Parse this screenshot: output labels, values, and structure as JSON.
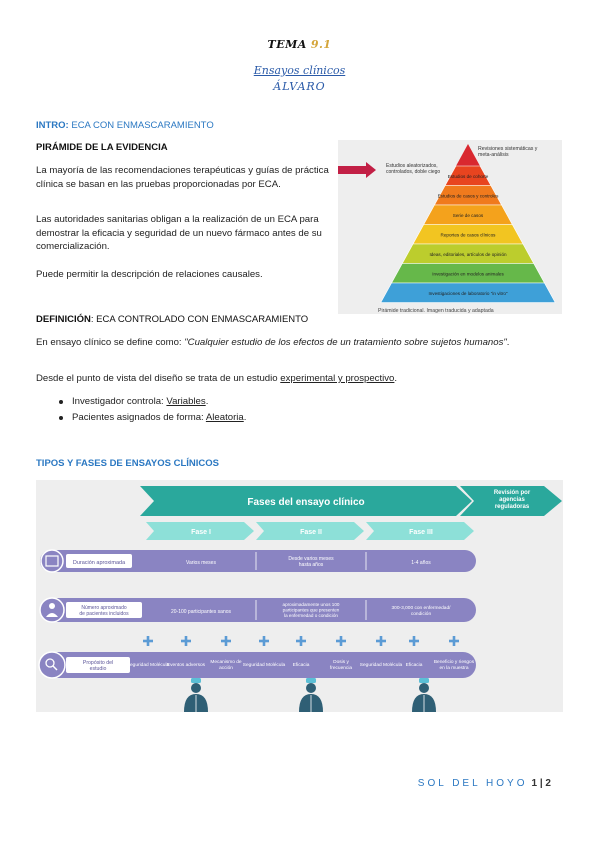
{
  "header": {
    "tema": "TEMA",
    "tema_num": "9.1",
    "subtitle": "Ensayos clínicos",
    "author": "ÁLVARO"
  },
  "intro": {
    "label": "INTRO:",
    "title": " ECA CON ENMASCARAMIENTO",
    "pyramid_heading": "PIRÁMIDE DE LA EVIDENCIA",
    "p1": "La mayoría de las recomendaciones terapéuticas y guías de práctica clínica se basan en las pruebas proporcionadas por ECA.",
    "p2": "Las autoridades sanitarias obligan a la realización de un ECA para demostrar la eficacia y seguridad de un nuevo fármaco antes de su comercialización.",
    "p3": "Puede permitir la descripción de relaciones causales."
  },
  "pyramid": {
    "top_label": "Revisiones sistemáticas y meta-análisis",
    "arrow_label": "Estudios aleatorizados, controlados, doble ciego",
    "levels": [
      {
        "label": "Estudios de cohorte",
        "color": "#e8441f"
      },
      {
        "label": "Estudios de casos y controles",
        "color": "#f07a1d"
      },
      {
        "label": "Serie de casos",
        "color": "#f4a21c"
      },
      {
        "label": "Reportes de casos clínicos",
        "color": "#f2c521"
      },
      {
        "label": "Ideas, editoriales, artículos de opinión",
        "color": "#bccd2d"
      },
      {
        "label": "Investigación en modelos animales",
        "color": "#66b84a"
      },
      {
        "label": "Investigaciones de laboratorio \"in vitro\"",
        "color": "#3ea0d8"
      }
    ],
    "top_color": "#d9282f",
    "caption": "Pirámide tradicional. Imagen traducida y adaptada"
  },
  "definicion": {
    "label": "DEFINICIÓN",
    "title": ": ECA CONTROLADO CON ENMASCARAMIENTO",
    "p1_prefix": "En ensayo clínico se define como: ",
    "p1_quote": "\"Cualquier estudio de los efectos de un tratamiento sobre sujetos humanos\"",
    "p1_suffix": ".",
    "p2_prefix": "Desde el punto de vista del diseño se trata de un estudio ",
    "p2_link": "experimental y prospectivo",
    "p2_suffix": ".",
    "bullets": [
      {
        "prefix": "Investigador controla: ",
        "link": "Variables",
        "suffix": "."
      },
      {
        "prefix": "Pacientes asignados de forma: ",
        "link": "Aleatoria",
        "suffix": "."
      }
    ]
  },
  "tipos": {
    "title": "TIPOS Y FASES DE ENSAYOS CLÍNICOS"
  },
  "fases": {
    "main_title": "Fases del ensayo clínico",
    "review": "Revisión por agencias reguladoras",
    "phases": [
      "Fase I",
      "Fase II",
      "Fase III"
    ],
    "rows": [
      {
        "label": "Duración aproximada",
        "values": [
          "Varios meses",
          "Desde varios meses hasta años",
          "1-4 años"
        ]
      },
      {
        "label": "Número aproximado de pacientes incluidos",
        "values": [
          "20-100 participantes sanos",
          "aproximadamente unos 100 participantes que presenten la enfermedad o condición",
          "300-3,000 con enfermedad/ condición"
        ]
      },
      {
        "label": "Propósito del estudio",
        "values": []
      }
    ],
    "purposes": [
      [
        "Seguridad Molécula",
        "Eventos adversos",
        "Mecanismo de acción"
      ],
      [
        "Seguridad Molécula",
        "Eficacia",
        "Dosis y frecuencia"
      ],
      [
        "Seguridad Molécula",
        "Eficacia",
        "Beneficio y riesgos en la muestra"
      ]
    ],
    "colors": {
      "teal": "#2aa89c",
      "phase": "#8de0d8",
      "row": "#8a84c2",
      "icon": "#5b9bd5",
      "doctor": "#2f5f75"
    }
  },
  "footer": {
    "name": "SOL DEL HOYO",
    "page": "1 | 2"
  }
}
